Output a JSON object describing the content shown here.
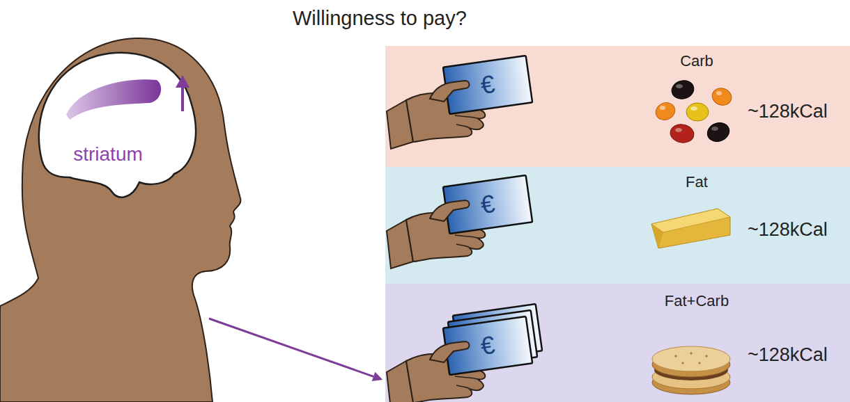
{
  "diagram": {
    "title": "Willingness to pay?",
    "nodes": [
      {
        "text": [
          "striatum"
        ]
      },
      {
        "text": [
          "Carb",
          "~128kCal"
        ]
      },
      {
        "text": [
          "Fat",
          "~128kCal"
        ]
      },
      {
        "text": [
          "Fat+Carb",
          "~128kCal"
        ]
      }
    ],
    "edges": [
      {
        "from": 0,
        "to": 3,
        "arrow": "to"
      }
    ],
    "labels": [
      "€",
      "€",
      "€"
    ]
  }
}
